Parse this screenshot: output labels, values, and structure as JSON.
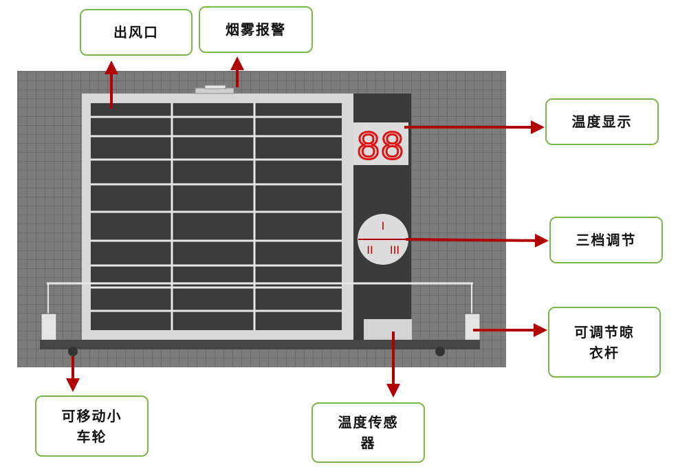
{
  "labels": {
    "air_outlet": "出风口",
    "smoke_alarm": "烟雾报警",
    "temp_display": "温度显示",
    "three_speed": "三档调节",
    "rack_line1": "可调节晾",
    "rack_line2": "衣杆",
    "wheels_line1": "可移动小",
    "wheels_line2": "车轮",
    "sensor_line1": "温度传感",
    "sensor_line2": "器"
  },
  "display": {
    "digits": "88"
  },
  "knob": {
    "mark_top": "I",
    "mark_left": "II",
    "mark_right": "III"
  },
  "colors": {
    "label_border": "#7ab648",
    "arrow": "#b00000",
    "grid_bg": "#7a7a7a",
    "panel_dark": "#3c3c3c",
    "frame": "#d9d9d9",
    "led": "#e01010"
  }
}
